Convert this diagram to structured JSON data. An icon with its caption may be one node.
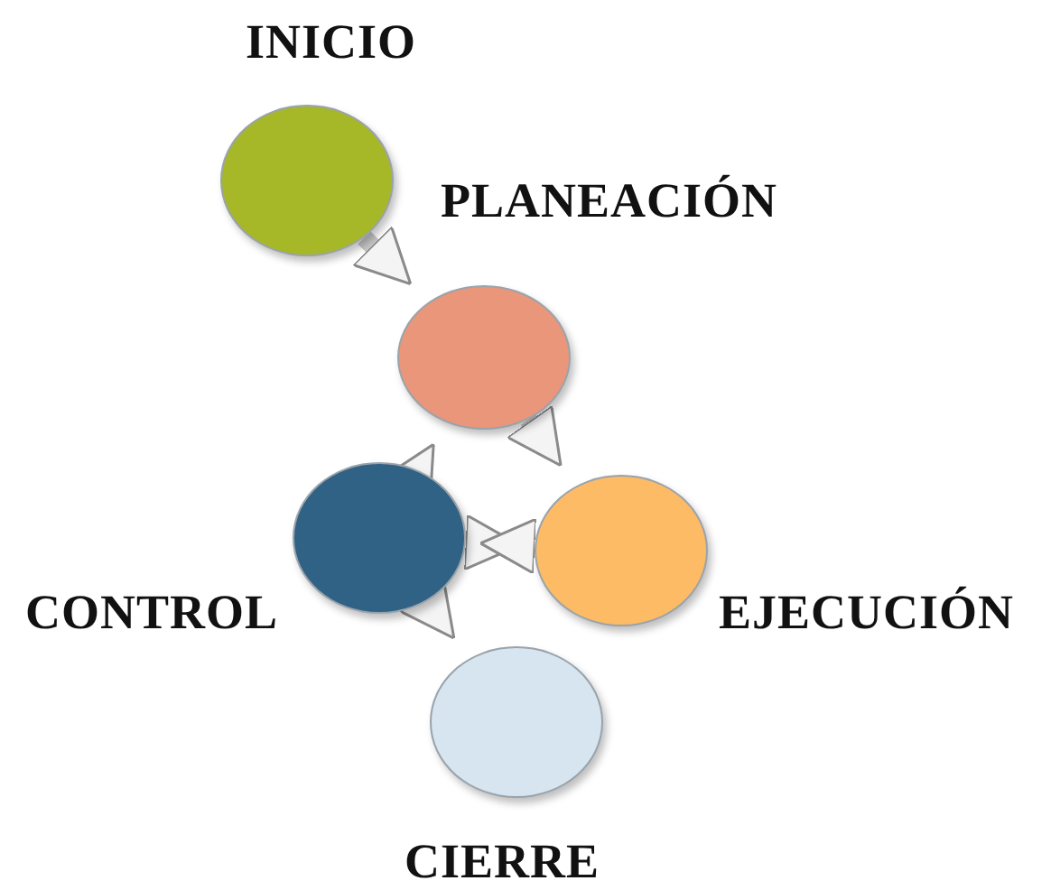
{
  "diagram": {
    "nodes": [
      {
        "text": [
          "INICIO"
        ]
      },
      {
        "text": [
          "PLANEACIÓN"
        ]
      },
      {
        "text": [
          "CONTROL"
        ]
      },
      {
        "text": [
          "EJECUCIÓN"
        ]
      },
      {
        "text": [
          "CIERRE"
        ]
      }
    ],
    "edges": [
      {
        "from": 0,
        "to": 1,
        "arrow": "to"
      },
      {
        "from": 1,
        "to": 3,
        "arrow": "to"
      },
      {
        "from": 2,
        "to": 1,
        "arrow": "to"
      },
      {
        "from": 2,
        "to": 3,
        "arrow": "both"
      },
      {
        "from": 2,
        "to": 4,
        "arrow": "to"
      }
    ]
  }
}
